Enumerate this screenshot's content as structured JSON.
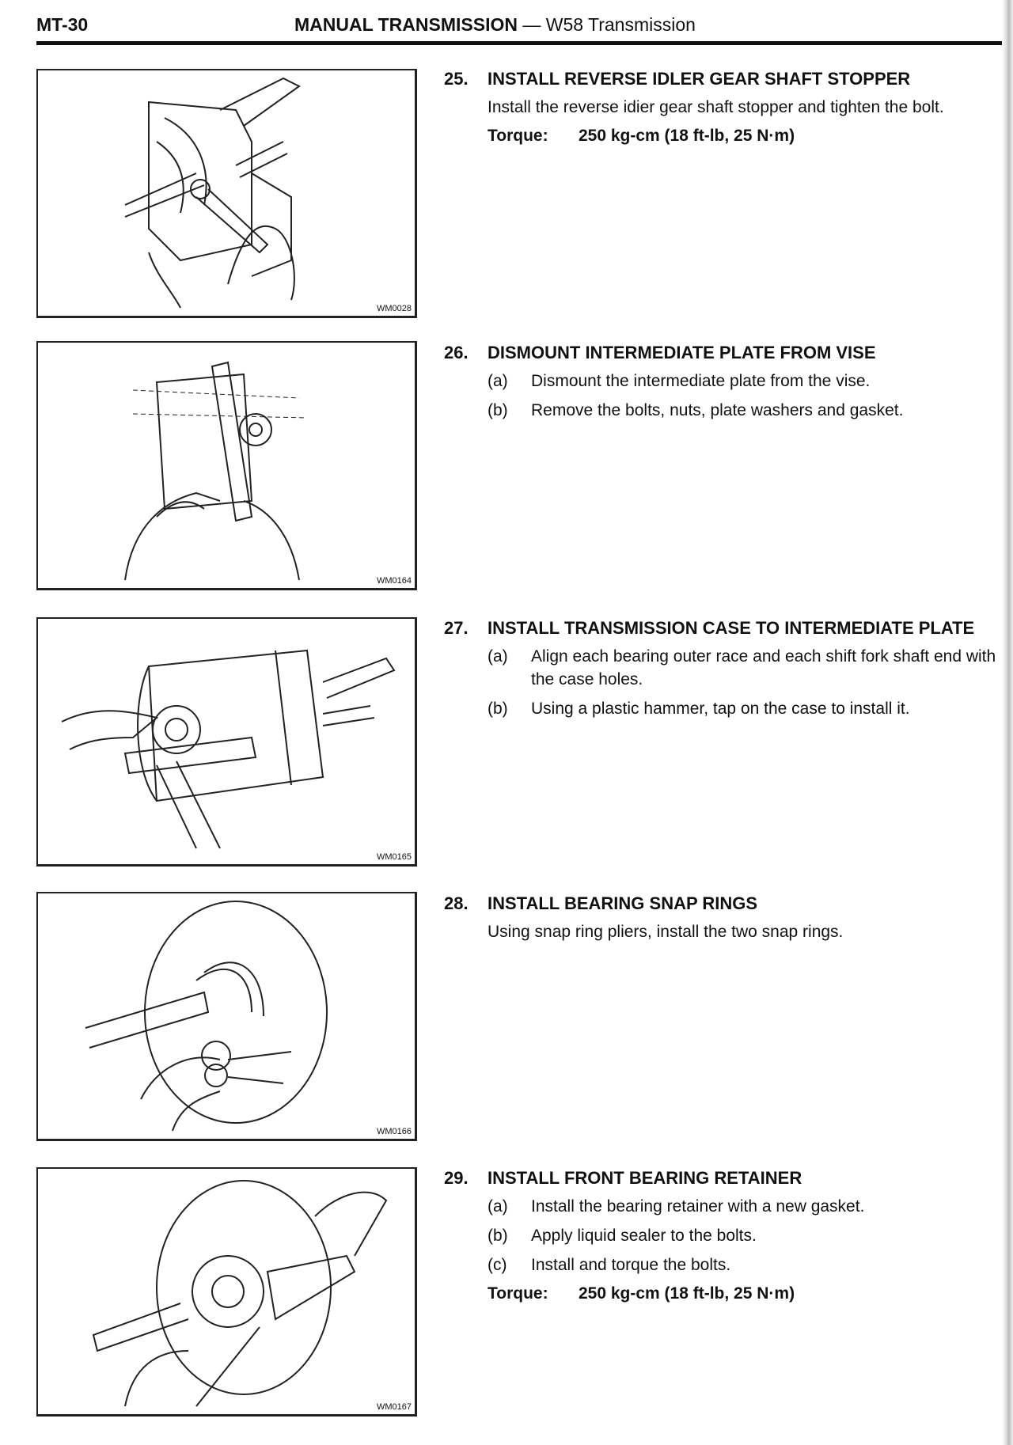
{
  "header": {
    "page": "MT-30",
    "section": "MANUAL TRANSMISSION",
    "dash": "—",
    "subsection": "W58 Transmission"
  },
  "figures": [
    {
      "code": "WM0028"
    },
    {
      "code": "WM0164"
    },
    {
      "code": "WM0165"
    },
    {
      "code": "WM0166"
    },
    {
      "code": "WM0167"
    }
  ],
  "steps": [
    {
      "num": "25.",
      "title": "INSTALL REVERSE IDLER GEAR SHAFT STOPPER",
      "text": "Install the reverse idier gear shaft stopper and tighten the bolt.",
      "torque_label": "Torque:",
      "torque_value": "250 kg-cm (18 ft-lb, 25 N·m)"
    },
    {
      "num": "26.",
      "title": "DISMOUNT INTERMEDIATE PLATE FROM VISE",
      "items": [
        {
          "l": "(a)",
          "t": "Dismount the intermediate plate from the vise."
        },
        {
          "l": "(b)",
          "t": "Remove the bolts, nuts, plate washers and gasket."
        }
      ]
    },
    {
      "num": "27.",
      "title": "INSTALL TRANSMISSION CASE TO INTERMEDIATE PLATE",
      "items": [
        {
          "l": "(a)",
          "t": "Align each bearing outer race and each shift fork shaft end with the case holes."
        },
        {
          "l": "(b)",
          "t": "Using a plastic hammer, tap on the case to install it."
        }
      ]
    },
    {
      "num": "28.",
      "title": "INSTALL BEARING SNAP RINGS",
      "text": "Using snap ring pliers, install the two snap rings."
    },
    {
      "num": "29.",
      "title": "INSTALL FRONT BEARING RETAINER",
      "items": [
        {
          "l": "(a)",
          "t": "Install the bearing retainer with a new gasket."
        },
        {
          "l": "(b)",
          "t": "Apply liquid sealer to the bolts."
        },
        {
          "l": "(c)",
          "t": "Install and torque the bolts."
        }
      ],
      "torque_label": "Torque:",
      "torque_value": "250 kg-cm (18 ft-lb, 25 N·m)"
    }
  ]
}
